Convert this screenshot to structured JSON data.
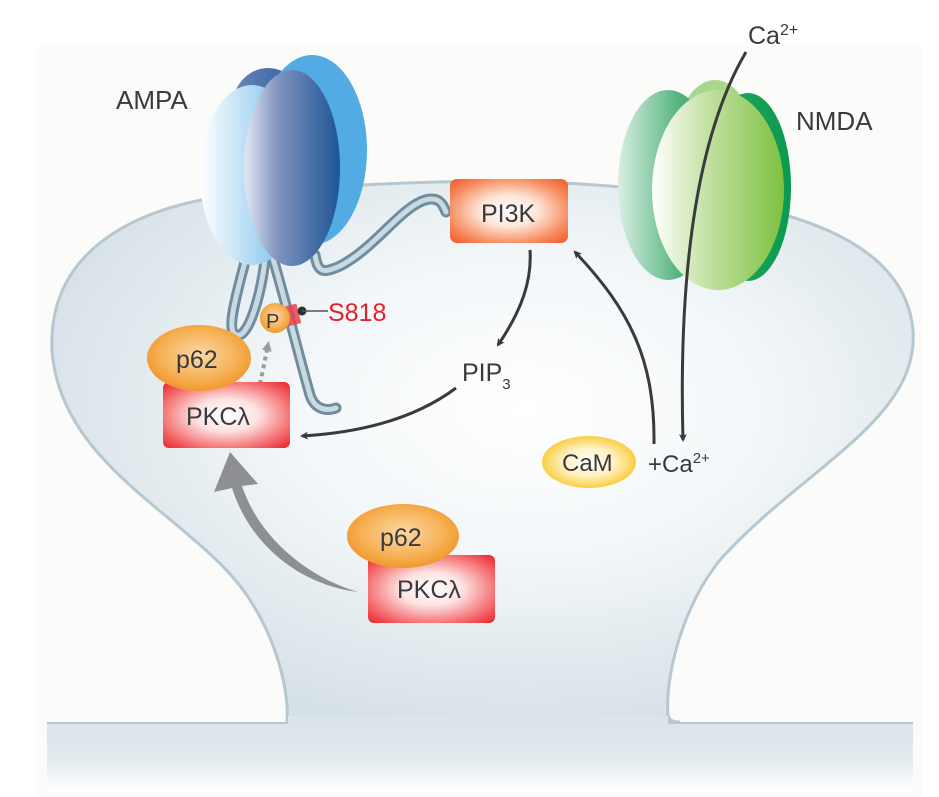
{
  "diagram": {
    "type": "signaling-pathway",
    "receptors": {
      "ampa": {
        "label": "AMPA"
      },
      "nmda": {
        "label": "NMDA"
      }
    },
    "ions": {
      "extracellular": {
        "base": "Ca",
        "charge": "2+"
      },
      "intracellular": {
        "prefix": "+Ca",
        "charge": "2+"
      }
    },
    "molecules": {
      "pi3k": {
        "label": "PI3K"
      },
      "pip3": {
        "base": "PIP",
        "subscript": "3"
      },
      "cam": {
        "label": "CaM"
      },
      "phospho": {
        "label": "P"
      },
      "site": {
        "label": "S818"
      },
      "p62_bound": {
        "label": "p62"
      },
      "pkc_bound": {
        "label": "PKCλ"
      },
      "p62_free": {
        "label": "p62"
      },
      "pkc_free": {
        "label": "PKCλ"
      }
    },
    "colors": {
      "ampa_blue": "#2f5f9e",
      "ampa_light": "#a9d6f0",
      "nmda_green": "#0f9a4a",
      "nmda_light": "#8cc84b",
      "kinase_red": "#e8232b",
      "pi3k_orange": "#f05a28",
      "p62_orange": "#f39a2a",
      "cam_yellow": "#f7c21c",
      "site_red": "#e0202c",
      "arrow_dark": "#3a3a3c",
      "arrow_gray": "#8e8f93",
      "spine_fill": "#dfe7ec",
      "spine_edge": "#b7c7d0"
    },
    "edges": [
      {
        "from": "NMDA",
        "to": "+Ca2+",
        "kind": "influx"
      },
      {
        "from": "+Ca2+",
        "to": "PI3K",
        "kind": "activation"
      },
      {
        "from": "PI3K",
        "to": "PIP3",
        "kind": "production"
      },
      {
        "from": "PIP3",
        "to": "PKCλ",
        "kind": "activation"
      },
      {
        "from": "PKCλ",
        "to": "S818",
        "kind": "phosphorylation"
      },
      {
        "from": "p62/PKCλ (free)",
        "to": "p62/PKCλ (bound)",
        "kind": "translocation"
      }
    ]
  }
}
